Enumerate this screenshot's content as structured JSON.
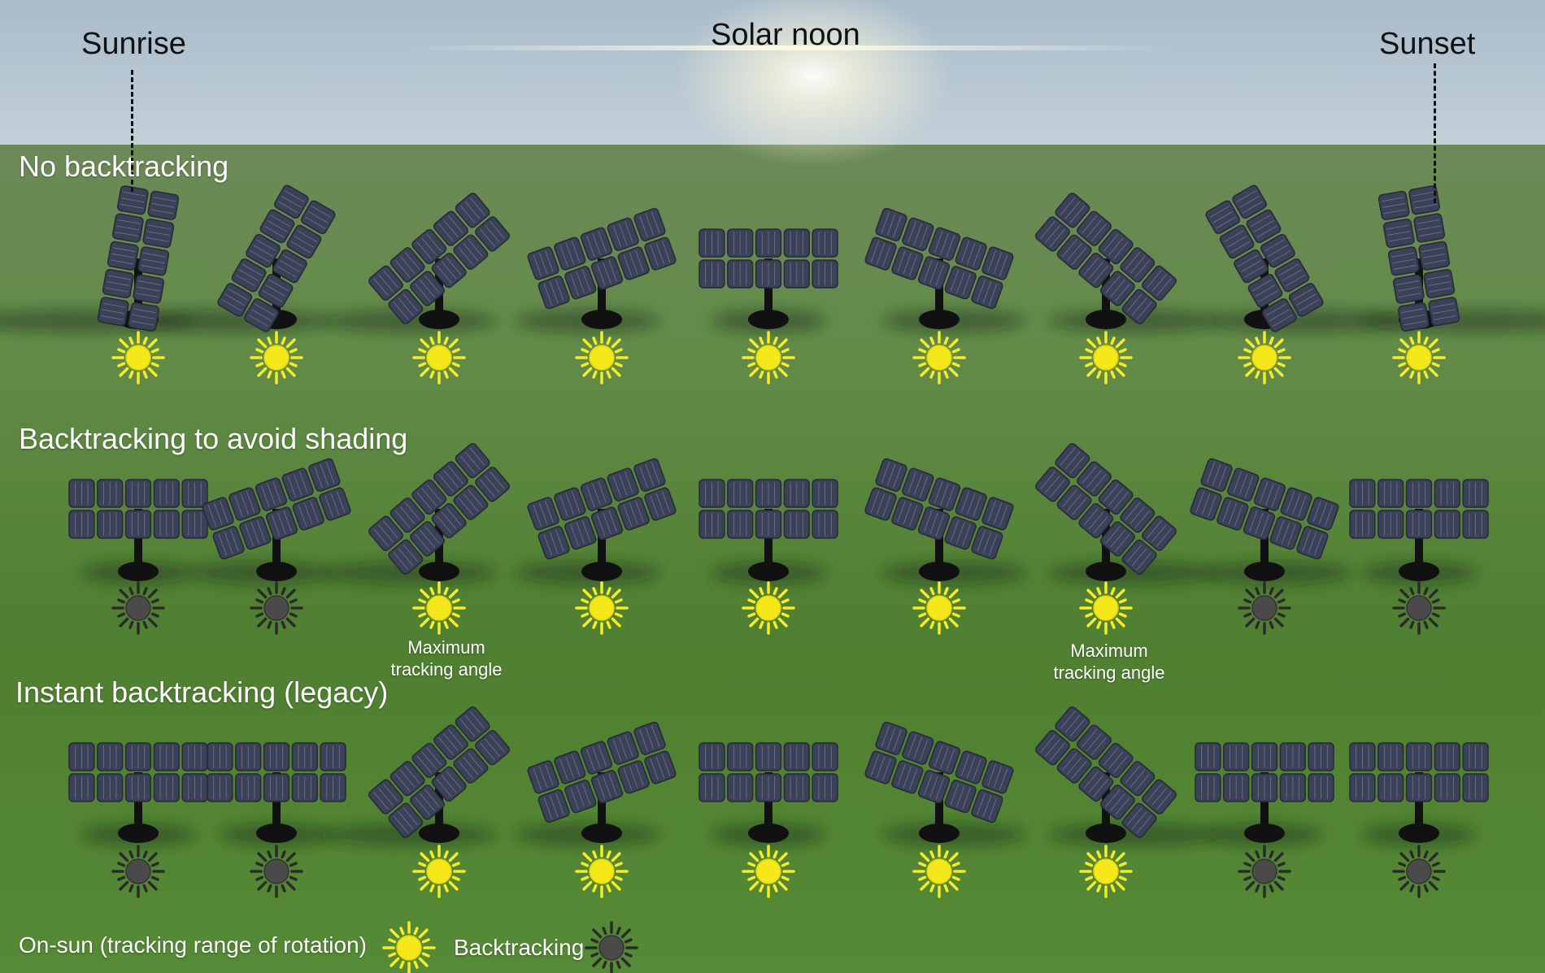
{
  "header": {
    "sunrise": "Sunrise",
    "solar_noon": "Solar noon",
    "sunset": "Sunset"
  },
  "rows": [
    {
      "title": "No backtracking",
      "trackers": [
        {
          "tilt_deg": -80,
          "sun": "on-sun"
        },
        {
          "tilt_deg": -60,
          "sun": "on-sun"
        },
        {
          "tilt_deg": -40,
          "sun": "on-sun"
        },
        {
          "tilt_deg": -20,
          "sun": "on-sun"
        },
        {
          "tilt_deg": 0,
          "sun": "on-sun"
        },
        {
          "tilt_deg": 20,
          "sun": "on-sun"
        },
        {
          "tilt_deg": 40,
          "sun": "on-sun"
        },
        {
          "tilt_deg": 60,
          "sun": "on-sun"
        },
        {
          "tilt_deg": 80,
          "sun": "on-sun"
        }
      ]
    },
    {
      "title": "Backtracking to avoid shading",
      "trackers": [
        {
          "tilt_deg": 0,
          "sun": "backtracking"
        },
        {
          "tilt_deg": -20,
          "sun": "backtracking"
        },
        {
          "tilt_deg": -40,
          "sun": "on-sun",
          "note": "Maximum\ntracking angle"
        },
        {
          "tilt_deg": -20,
          "sun": "on-sun"
        },
        {
          "tilt_deg": 0,
          "sun": "on-sun"
        },
        {
          "tilt_deg": 20,
          "sun": "on-sun"
        },
        {
          "tilt_deg": 40,
          "sun": "on-sun",
          "note": "Maximum\ntracking angle"
        },
        {
          "tilt_deg": 20,
          "sun": "backtracking"
        },
        {
          "tilt_deg": 0,
          "sun": "backtracking"
        }
      ]
    },
    {
      "title": "Instant backtracking (legacy)",
      "trackers": [
        {
          "tilt_deg": 0,
          "sun": "backtracking"
        },
        {
          "tilt_deg": 0,
          "sun": "backtracking"
        },
        {
          "tilt_deg": -40,
          "sun": "on-sun"
        },
        {
          "tilt_deg": -20,
          "sun": "on-sun"
        },
        {
          "tilt_deg": 0,
          "sun": "on-sun"
        },
        {
          "tilt_deg": 20,
          "sun": "on-sun"
        },
        {
          "tilt_deg": 40,
          "sun": "on-sun"
        },
        {
          "tilt_deg": 0,
          "sun": "backtracking"
        },
        {
          "tilt_deg": 0,
          "sun": "backtracking"
        }
      ]
    }
  ],
  "legend": {
    "on_sun": "On-sun (tracking range of rotation)",
    "backtracking": "Backtracking"
  },
  "icons": {
    "on_sun": "sun-icon",
    "backtracking": "dark-sun-icon"
  },
  "colors": {
    "sky_top": "#aebfcc",
    "sky_bottom": "#bfcdd6",
    "ground": "#5a8a3c",
    "panel": "#3b4157",
    "panel_line": "#9aa2bd",
    "sun_on": "#f4e81b",
    "sun_on_ray": "#f7ec2a",
    "sun_back": "#4a4a4a",
    "sun_back_ray": "#2a2a2a",
    "post": "#111111"
  }
}
